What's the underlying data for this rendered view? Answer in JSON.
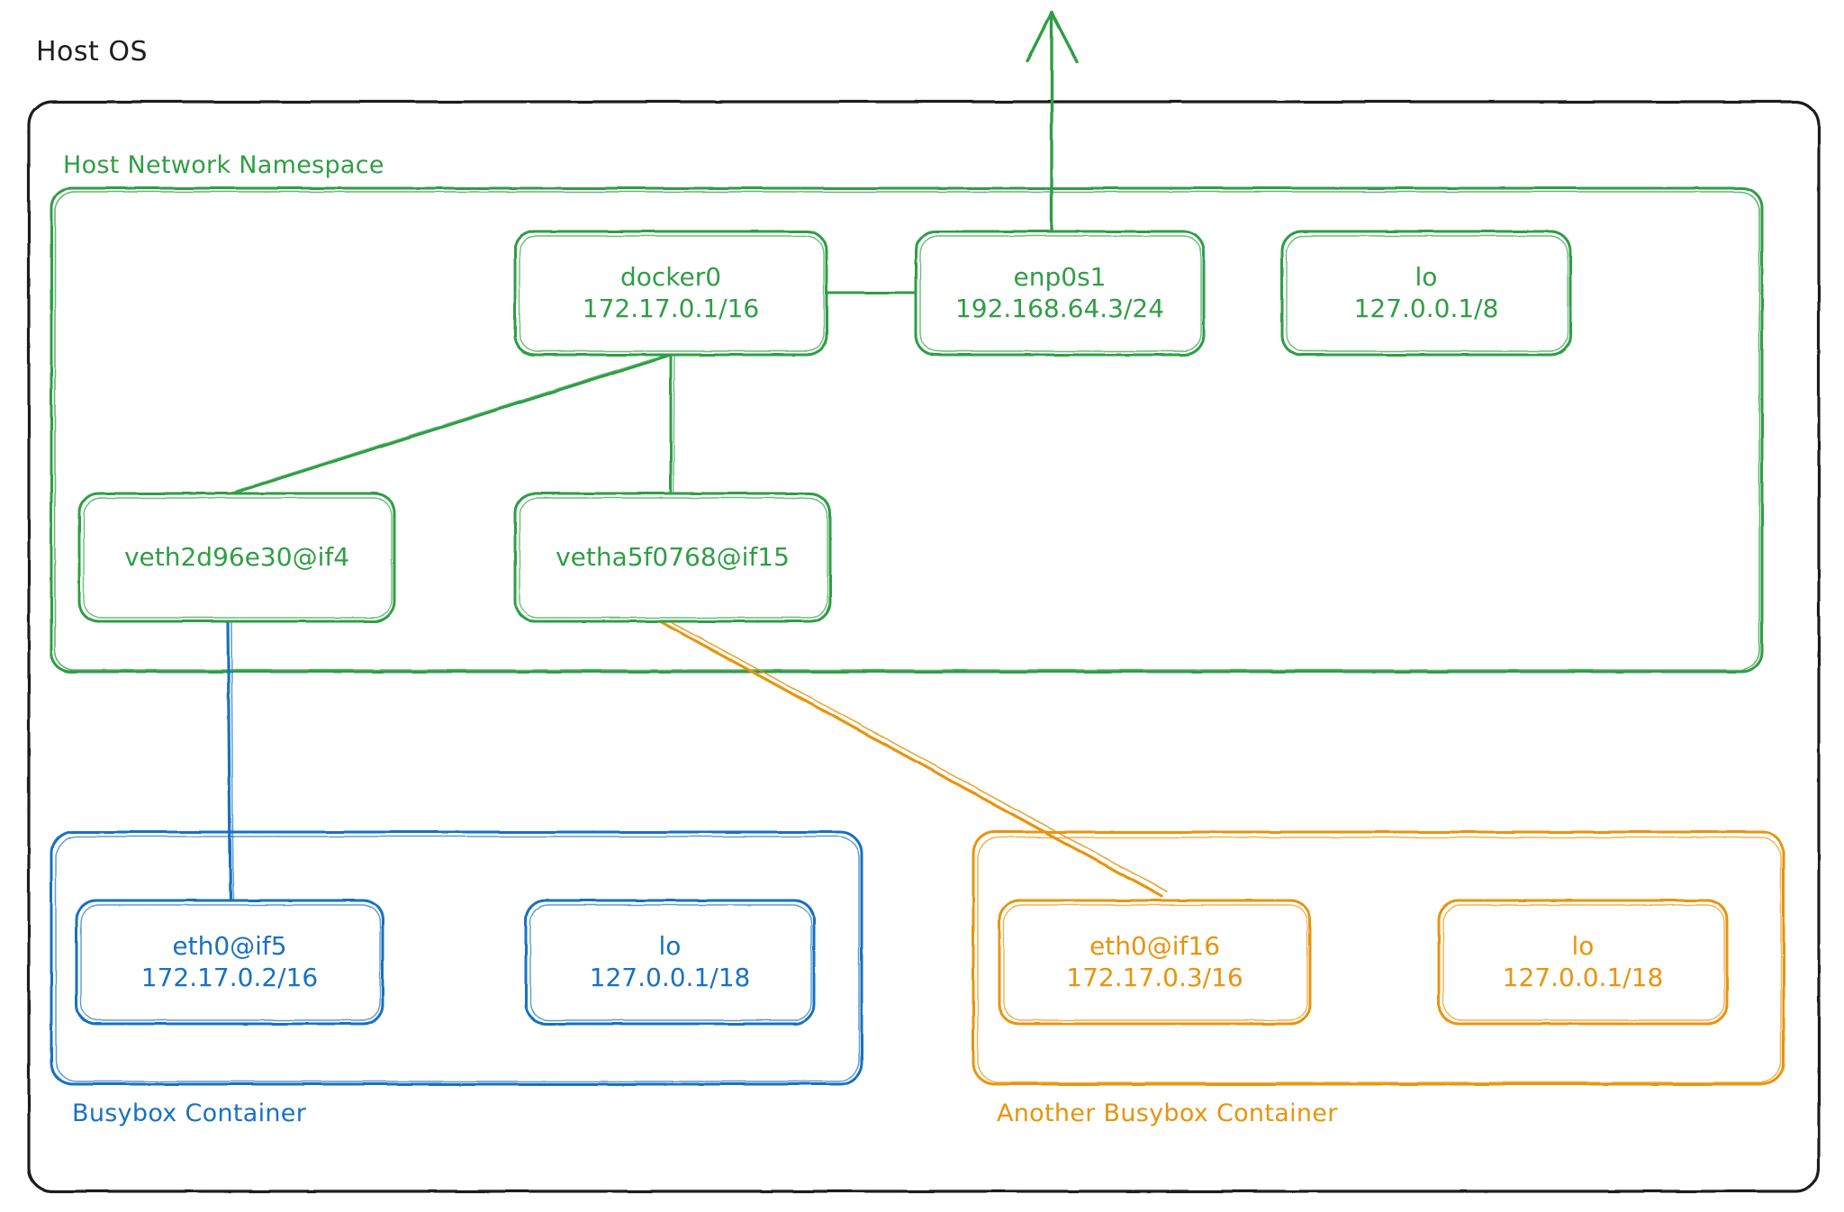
{
  "diagram": {
    "title": "Host OS",
    "type": "network-topology",
    "colors": {
      "host_os": "#1e1e1e",
      "host_namespace": "#2f9e44",
      "busybox_container": "#1971c2",
      "another_busybox_container": "#e8940c",
      "background": "#ffffff"
    }
  },
  "host_os": {
    "label": "Host OS"
  },
  "host_namespace": {
    "label": "Host Network Namespace",
    "interfaces": [
      {
        "name": "docker0",
        "address": "172.17.0.1/16"
      },
      {
        "name": "enp0s1",
        "address": "192.168.64.3/24"
      },
      {
        "name": "lo",
        "address": "127.0.0.1/8"
      },
      {
        "name": "veth2d96e30@if4",
        "address": ""
      },
      {
        "name": "vetha5f0768@if15",
        "address": ""
      }
    ]
  },
  "busybox_container": {
    "label": "Busybox Container",
    "interfaces": [
      {
        "name": "eth0@if5",
        "address": "172.17.0.2/16"
      },
      {
        "name": "lo",
        "address": "127.0.0.1/18"
      }
    ]
  },
  "another_busybox_container": {
    "label": "Another Busybox Container",
    "interfaces": [
      {
        "name": "eth0@if16",
        "address": "172.17.0.3/16"
      },
      {
        "name": "lo",
        "address": "127.0.0.1/18"
      }
    ]
  },
  "connections": [
    {
      "from": "docker0",
      "to": "enp0s1",
      "color": "#2f9e44"
    },
    {
      "from": "docker0",
      "to": "veth2d96e30@if4",
      "color": "#2f9e44"
    },
    {
      "from": "docker0",
      "to": "vetha5f0768@if15",
      "color": "#2f9e44"
    },
    {
      "from": "veth2d96e30@if4",
      "to": "eth0@if5",
      "color": "#1971c2"
    },
    {
      "from": "vetha5f0768@if15",
      "to": "eth0@if16",
      "color": "#e8940c"
    },
    {
      "from": "enp0s1",
      "to": "external-network",
      "color": "#2f9e44",
      "arrow": "up"
    }
  ]
}
